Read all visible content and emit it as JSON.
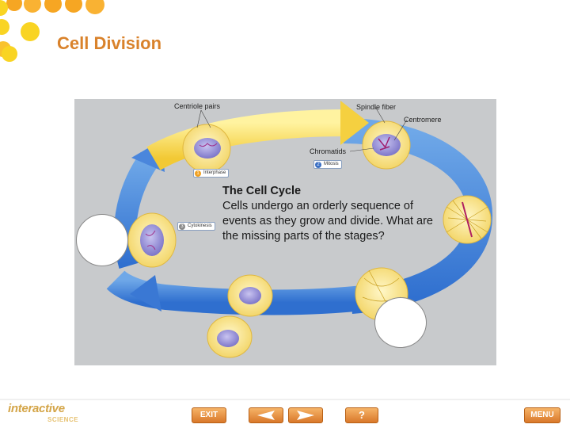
{
  "slide": {
    "title": "Cell Division",
    "colors": {
      "title": "#d9822b",
      "accent_dots": [
        "#f6a623",
        "#f9d423"
      ]
    }
  },
  "figure": {
    "labels": {
      "centriole_pairs": "Centriole pairs",
      "spindle_fiber": "Spindle fiber",
      "centromere": "Centromere",
      "chromatids": "Chromatids"
    },
    "stages": [
      {
        "number": "1",
        "name": "Interphase",
        "color": "#f0a020"
      },
      {
        "number": "2",
        "name": "Mitosis",
        "color": "#3a6fc4"
      },
      {
        "number": "3",
        "name": "Cytokinesis",
        "color": "#8a8a8a"
      }
    ]
  },
  "caption": {
    "title": "The Cell Cycle",
    "text": "Cells undergo an orderly sequence of events as they grow and divide. What are the missing parts of the stages?"
  },
  "footer": {
    "logo_main": "interactive",
    "logo_sub": "SCIENCE",
    "exit_label": "EXIT",
    "help_label": "?",
    "menu_label": "MENU",
    "icons": [
      "back-arrow-icon",
      "forward-arrow-icon"
    ]
  }
}
